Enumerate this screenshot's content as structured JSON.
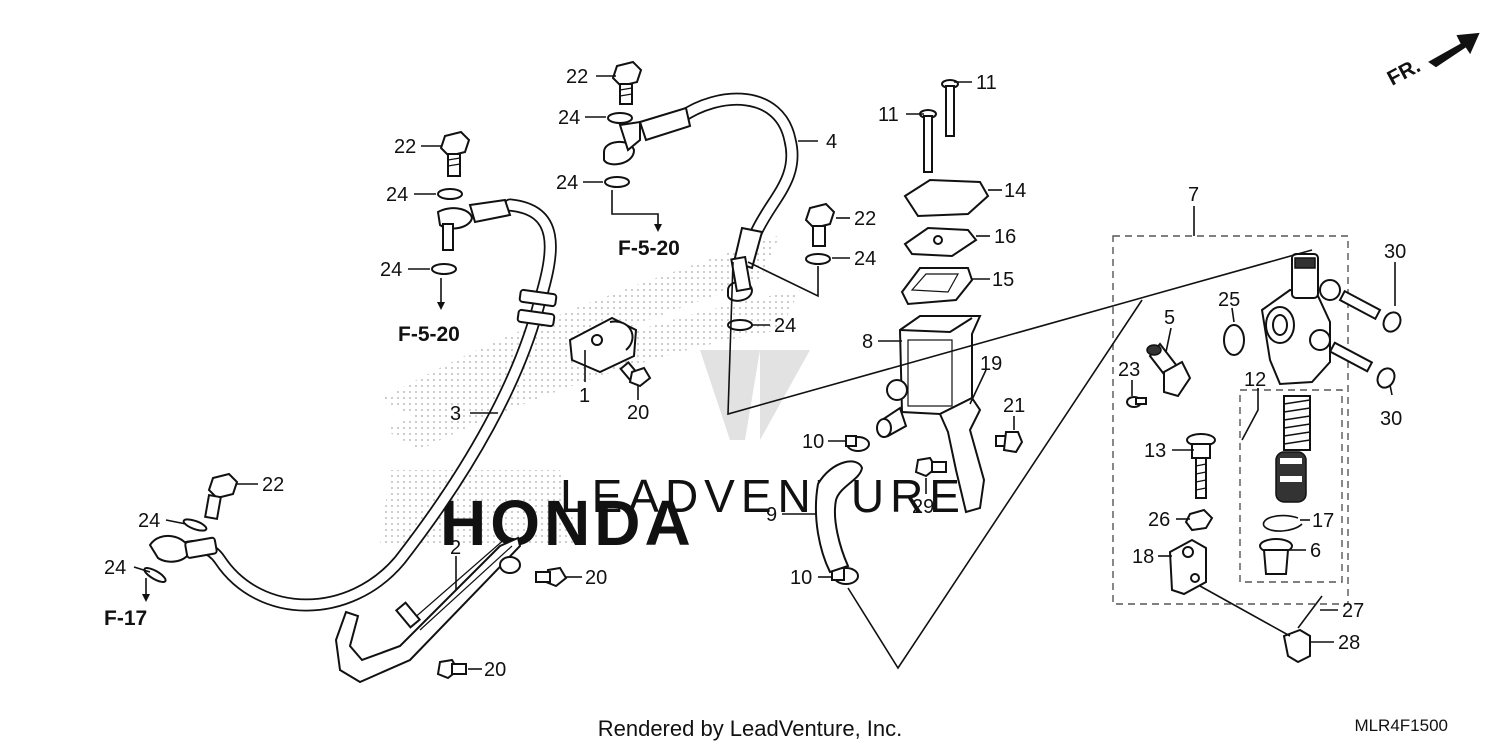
{
  "direction": {
    "label": "FR."
  },
  "callouts": [
    {
      "id": "c22a",
      "text": "22"
    },
    {
      "id": "c24a",
      "text": "24"
    },
    {
      "id": "c24b",
      "text": "24"
    },
    {
      "id": "c4",
      "text": "4"
    },
    {
      "id": "c22b",
      "text": "22"
    },
    {
      "id": "c24c",
      "text": "24"
    },
    {
      "id": "c24d",
      "text": "24"
    },
    {
      "id": "c22c",
      "text": "22"
    },
    {
      "id": "c24e",
      "text": "24"
    },
    {
      "id": "c24f",
      "text": "24"
    },
    {
      "id": "c1",
      "text": "1"
    },
    {
      "id": "c20a",
      "text": "20"
    },
    {
      "id": "c3",
      "text": "3"
    },
    {
      "id": "c22d",
      "text": "22"
    },
    {
      "id": "c24g",
      "text": "24"
    },
    {
      "id": "c24h",
      "text": "24"
    },
    {
      "id": "c2",
      "text": "2"
    },
    {
      "id": "c20b",
      "text": "20"
    },
    {
      "id": "c20c",
      "text": "20"
    },
    {
      "id": "c11a",
      "text": "11"
    },
    {
      "id": "c11b",
      "text": "11"
    },
    {
      "id": "c14",
      "text": "14"
    },
    {
      "id": "c16",
      "text": "16"
    },
    {
      "id": "c15",
      "text": "15"
    },
    {
      "id": "c8",
      "text": "8"
    },
    {
      "id": "c19",
      "text": "19"
    },
    {
      "id": "c21",
      "text": "21"
    },
    {
      "id": "c10a",
      "text": "10"
    },
    {
      "id": "c29",
      "text": "29"
    },
    {
      "id": "c9",
      "text": "9"
    },
    {
      "id": "c10b",
      "text": "10"
    },
    {
      "id": "c7",
      "text": "7"
    },
    {
      "id": "c5",
      "text": "5"
    },
    {
      "id": "c25",
      "text": "25"
    },
    {
      "id": "c30a",
      "text": "30"
    },
    {
      "id": "c23",
      "text": "23"
    },
    {
      "id": "c12",
      "text": "12"
    },
    {
      "id": "c30b",
      "text": "30"
    },
    {
      "id": "c13",
      "text": "13"
    },
    {
      "id": "c26",
      "text": "26"
    },
    {
      "id": "c17",
      "text": "17"
    },
    {
      "id": "c18",
      "text": "18"
    },
    {
      "id": "c6",
      "text": "6"
    },
    {
      "id": "c27",
      "text": "27"
    },
    {
      "id": "c28",
      "text": "28"
    }
  ],
  "references": [
    {
      "id": "r1",
      "text": "F-5-20"
    },
    {
      "id": "r2",
      "text": "F-5-20"
    },
    {
      "id": "r3",
      "text": "F-17"
    }
  ],
  "watermark": {
    "text": "LEADVENTURE",
    "brand": "HONDA"
  },
  "footer": {
    "text": "Rendered by LeadVenture, Inc."
  },
  "diagram_code": "MLR4F1500",
  "colors": {
    "ink": "#111111",
    "background": "#ffffff",
    "watermark": "#d9d9d9"
  }
}
